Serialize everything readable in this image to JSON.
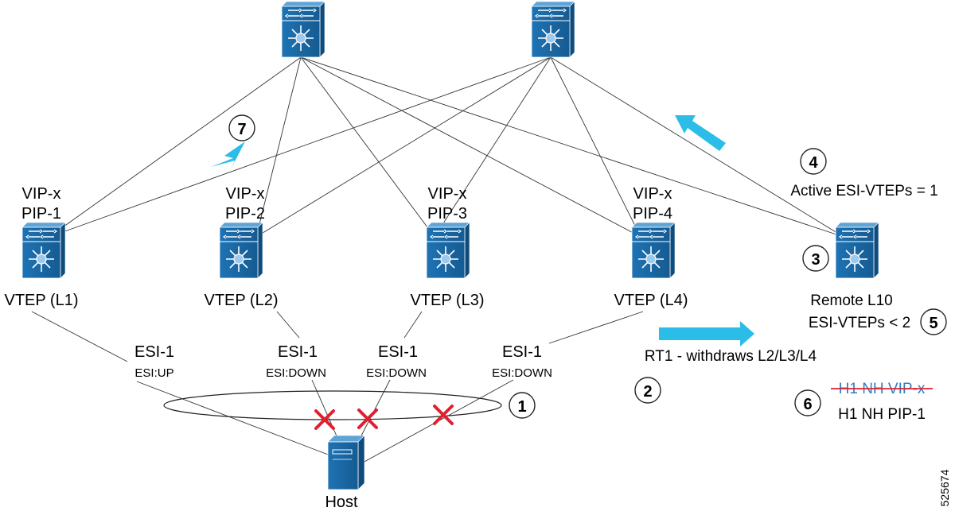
{
  "spines": [
    {
      "id": "spine-1"
    },
    {
      "id": "spine-2"
    }
  ],
  "leaves": [
    {
      "vip": "VIP-x",
      "pip": "PIP-1",
      "vtep": "VTEP (L1)",
      "esi": "ESI-1",
      "esi_state": "ESI:UP"
    },
    {
      "vip": "VIP-x",
      "pip": "PIP-2",
      "vtep": "VTEP (L2)",
      "esi": "ESI-1",
      "esi_state": "ESI:DOWN"
    },
    {
      "vip": "VIP-x",
      "pip": "PIP-3",
      "vtep": "VTEP (L3)",
      "esi": "ESI-1",
      "esi_state": "ESI:DOWN"
    },
    {
      "vip": "VIP-x",
      "pip": "PIP-4",
      "vtep": "VTEP (L4)",
      "esi": "ESI-1",
      "esi_state": "ESI:DOWN"
    }
  ],
  "remote": {
    "name": "Remote L10",
    "active_label": "Active ESI-VTEPs = 1",
    "esi_vteps_label": "ESI-VTEPs < 2"
  },
  "host": {
    "label": "Host"
  },
  "route_msg": "RT1 - withdraws L2/L3/L4",
  "nh_old": "H1 NH VIP-x",
  "nh_new": "H1 NH PIP-1",
  "steps": [
    "1",
    "2",
    "3",
    "4",
    "5",
    "6",
    "7"
  ],
  "figure_id": "525674",
  "colors": {
    "device": "#1d6fae",
    "arrow": "#2bbde8",
    "fail": "#e02030",
    "line": "#333333"
  },
  "icons": {
    "switch": "switch-icon",
    "server": "server-icon",
    "fail": "x-fail-icon",
    "arrow": "arrow-icon"
  }
}
